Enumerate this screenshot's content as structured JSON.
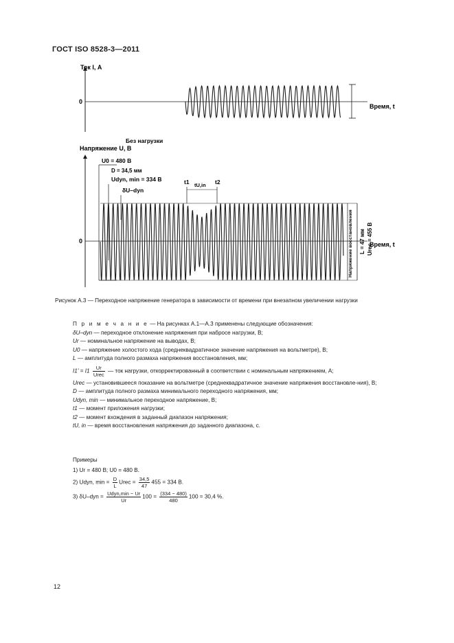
{
  "header": {
    "title": "ГОСТ ISO 8528-3—2011"
  },
  "figure": {
    "top_ylabel": "Ток I, А",
    "top_zero": "0",
    "top_xlabel": "Время, t",
    "no_load": "Без нагрузки",
    "bottom_ylabel": "Напряжение U, В",
    "u0_label": "U0 = 480 В",
    "d_label": "D = 34,5 мм",
    "udyn_label": "Udyn, min = 334 В",
    "dudyn_label": "δU–dyn",
    "t1": "t1",
    "tuin": "tU,in",
    "t2": "t2",
    "bottom_zero": "0",
    "bottom_xlabel": "Время, t",
    "recovery_label": "Напряжение восстановления",
    "l_label": "L = 47 мм",
    "urec_label": "Urec = 455 В"
  },
  "caption": "Рисунок  А.3 — Переходное напряжение генератора в зависимости от времени при внезапном увеличении нагрузки",
  "note": {
    "intro_word": "П р и м е ч а н и е",
    "intro_rest": " — На рисунках А.1—А.3 применены следующие обозначения:",
    "l1_sym": "δU–dyn",
    "l1_text": " — переходное отклонение напряжения при набросе нагрузки, В;",
    "l2_sym": "Ur",
    "l2_text": " — номинальное напряжение на выводах, В;",
    "l3_sym": "U0",
    "l3_text": " — напряжение холостого хода (среднеквадратичное значение напряжения на вольтметре), В;",
    "l4_sym": "L",
    "l4_text": " — амплитуда полного размаха напряжения восстановления, мм;",
    "l5_lhs": "I1' = I1",
    "l5_num": "Ur",
    "l5_den": "Urec",
    "l5_text": " — ток нагрузки, откорректированный в соответствии с номинальным напряжением, А;",
    "l6_sym": "Urec",
    "l6_text": " — установившееся показание на вольтметре (среднеквадратичное значение напряжения восстановле-ния), В;",
    "l7_sym": "D",
    "l7_text": " — амплитуда полного размаха минимального переходного напряжения, мм;",
    "l8_sym": "Udyn, min",
    "l8_text": " — минимальное переходное напряжение, В;",
    "l9_sym": "t1",
    "l9_text": " — момент приложения нагрузки;",
    "l10_sym": "t2",
    "l10_text": " — момент вхождения в заданный диапазон напряжения;",
    "l11_sym": "tU, in",
    "l11_text": " — время восстановления напряжения до заданного диапазона, с."
  },
  "examples": {
    "title": "Примеры",
    "ex1": "1)  Ur = 480 В; U0 = 480 В.",
    "ex2_lhs": "2)  Udyn, min = ",
    "ex2_f1_num": "D",
    "ex2_f1_den": "L",
    "ex2_mid": "Urec = ",
    "ex2_f2_num": "34,5",
    "ex2_f2_den": "47",
    "ex2_end": "455 = 334 В.",
    "ex3_lhs": "3)  δU–dyn = ",
    "ex3_f1_num": "Udyn,min − Ur",
    "ex3_f1_den": "Ur",
    "ex3_mid": "100 = ",
    "ex3_f2_num": "(334 − 480)",
    "ex3_f2_den": "480",
    "ex3_end": "100 = 30,4 %."
  },
  "page_number": "12"
}
